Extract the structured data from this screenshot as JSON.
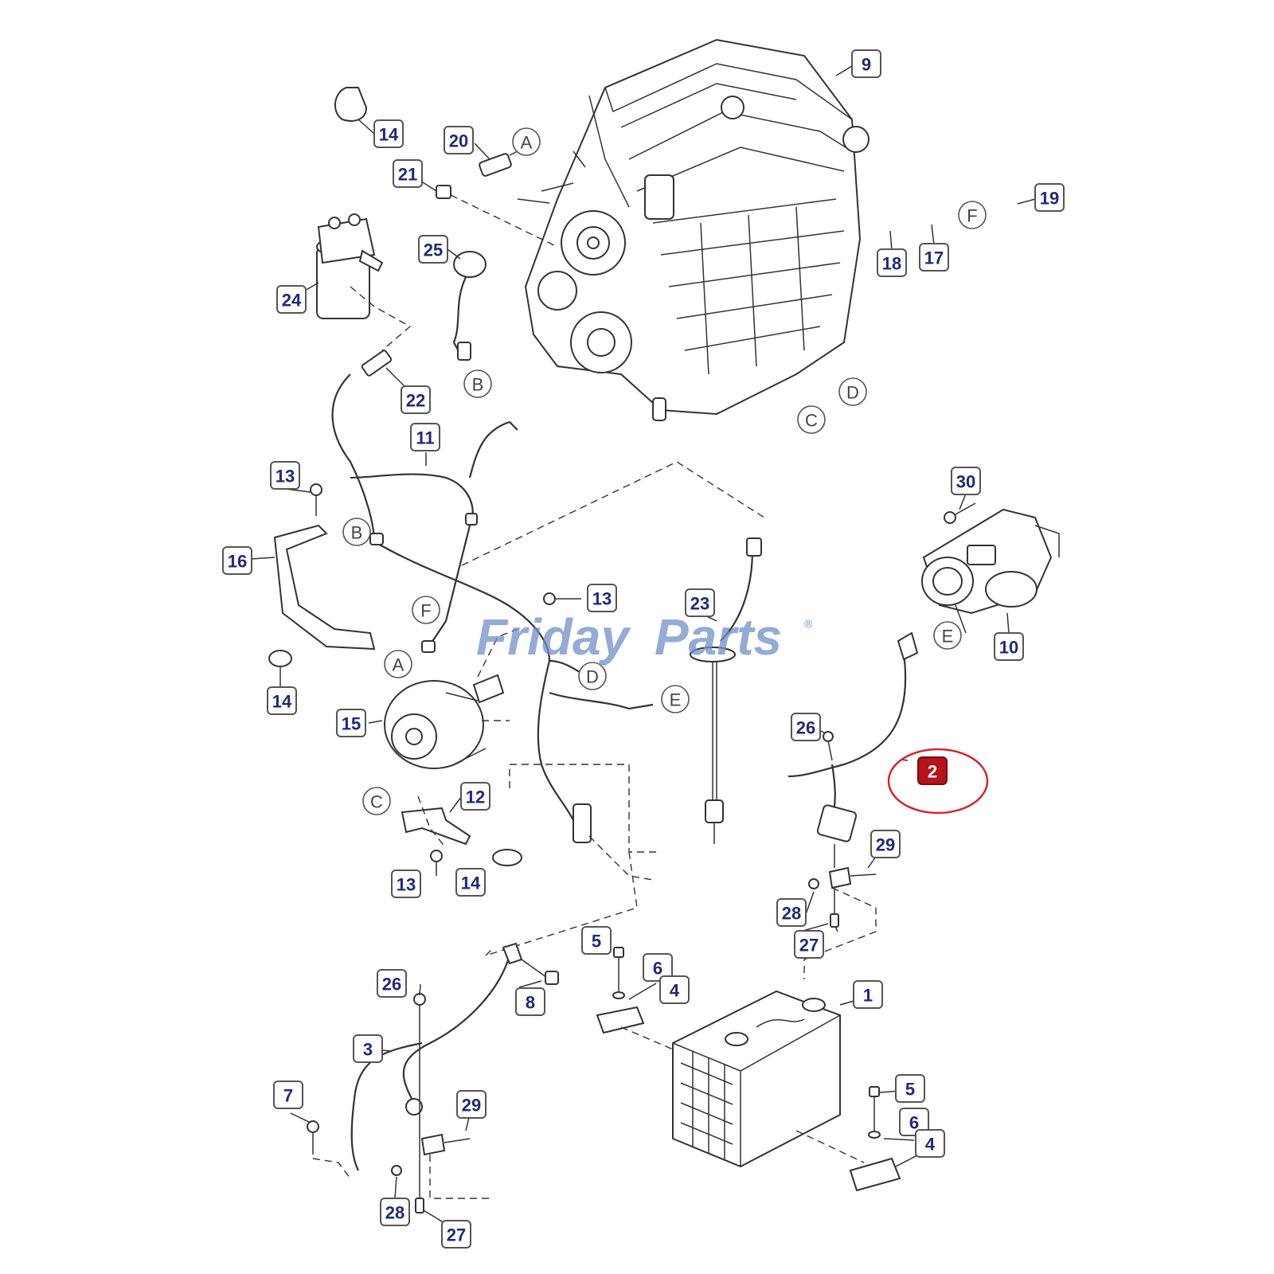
{
  "watermark": {
    "brand_part1": "Friday",
    "brand_part2": "Parts",
    "reg_mark": "®"
  },
  "highlight_color": "#b5121b",
  "callouts": [
    {
      "id": "c9",
      "label": "9"
    },
    {
      "id": "c14a",
      "label": "14"
    },
    {
      "id": "c20",
      "label": "20"
    },
    {
      "id": "c21",
      "label": "21"
    },
    {
      "id": "c19",
      "label": "19"
    },
    {
      "id": "c18",
      "label": "18"
    },
    {
      "id": "c17",
      "label": "17"
    },
    {
      "id": "c25",
      "label": "25"
    },
    {
      "id": "c24",
      "label": "24"
    },
    {
      "id": "c22",
      "label": "22"
    },
    {
      "id": "c11",
      "label": "11"
    },
    {
      "id": "c13a",
      "label": "13"
    },
    {
      "id": "c16",
      "label": "16"
    },
    {
      "id": "c13b",
      "label": "13"
    },
    {
      "id": "c23",
      "label": "23"
    },
    {
      "id": "c30",
      "label": "30"
    },
    {
      "id": "c10",
      "label": "10"
    },
    {
      "id": "c14b",
      "label": "14"
    },
    {
      "id": "c15",
      "label": "15"
    },
    {
      "id": "c26a",
      "label": "26"
    },
    {
      "id": "c2",
      "label": "2",
      "highlight": true
    },
    {
      "id": "c12",
      "label": "12"
    },
    {
      "id": "c29a",
      "label": "29"
    },
    {
      "id": "c13c",
      "label": "13"
    },
    {
      "id": "c14c",
      "label": "14"
    },
    {
      "id": "c28a",
      "label": "28"
    },
    {
      "id": "c27a",
      "label": "27"
    },
    {
      "id": "c5a",
      "label": "5"
    },
    {
      "id": "c6a",
      "label": "6"
    },
    {
      "id": "c4a",
      "label": "4"
    },
    {
      "id": "c1",
      "label": "1"
    },
    {
      "id": "c26b",
      "label": "26"
    },
    {
      "id": "c8",
      "label": "8"
    },
    {
      "id": "c3",
      "label": "3"
    },
    {
      "id": "c7",
      "label": "7"
    },
    {
      "id": "c29b",
      "label": "29"
    },
    {
      "id": "c5b",
      "label": "5"
    },
    {
      "id": "c6b",
      "label": "6"
    },
    {
      "id": "c4b",
      "label": "4"
    },
    {
      "id": "c28b",
      "label": "28"
    },
    {
      "id": "c27b",
      "label": "27"
    }
  ],
  "connectors": [
    {
      "id": "kA1",
      "label": "A"
    },
    {
      "id": "kF1",
      "label": "F"
    },
    {
      "id": "kB1",
      "label": "B"
    },
    {
      "id": "kD1",
      "label": "D"
    },
    {
      "id": "kC1",
      "label": "C"
    },
    {
      "id": "kB2",
      "label": "B"
    },
    {
      "id": "kF2",
      "label": "F"
    },
    {
      "id": "kA2",
      "label": "A"
    },
    {
      "id": "kE1",
      "label": "E"
    },
    {
      "id": "kD2",
      "label": "D"
    },
    {
      "id": "kE2",
      "label": "E"
    },
    {
      "id": "kC2",
      "label": "C"
    }
  ]
}
